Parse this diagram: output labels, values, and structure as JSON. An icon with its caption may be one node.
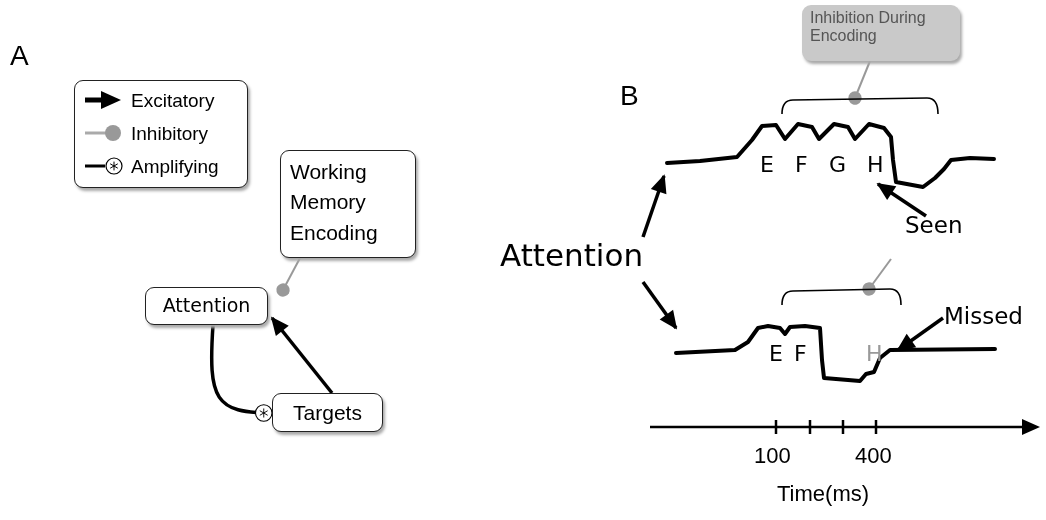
{
  "diagram": {
    "nodes": [
      {
        "text": [
          "Inhibition During Encoding"
        ]
      },
      {
        "text": [
          "Working Memory Encoding"
        ]
      },
      {
        "text": [
          "Attention"
        ]
      },
      {
        "text": [
          "Targets"
        ]
      },
      {
        "text": [],
        "shape": "bracket"
      },
      {
        "text": [],
        "shape": "line"
      },
      {
        "text": [
          "Attention"
        ]
      },
      {
        "text": [
          "Seen"
        ]
      },
      {
        "text": [],
        "shape": "bracket"
      },
      {
        "text": [
          "Missed"
        ]
      },
      {
        "text": [],
        "shape": "line"
      }
    ],
    "edges": [
      {
        "from": 1,
        "to": 2,
        "arrow": "other",
        "color": "#999999"
      },
      {
        "from": 3,
        "to": 2,
        "arrow": "to"
      },
      {
        "from": 2,
        "to": 3,
        "arrow": "other"
      },
      {
        "from": 0,
        "to": 4,
        "arrow": "other",
        "color": "#999999"
      },
      {
        "from": 6,
        "to": 5,
        "arrow": "to"
      },
      {
        "from": 6,
        "to": 10,
        "arrow": "to"
      },
      {
        "from": 7,
        "to": 5,
        "arrow": "to"
      },
      {
        "from": null,
        "to": 8,
        "arrow": "other",
        "color": "#999999"
      },
      {
        "from": 9,
        "to": 10,
        "arrow": "to"
      }
    ],
    "labels": [
      "A",
      "B",
      "E",
      "F",
      "G",
      "H",
      "E",
      "F",
      "H",
      "100",
      "400",
      "Time(ms)"
    ],
    "legend": [
      {
        "text": "Excitatory"
      },
      {
        "text": "Inhibitory"
      },
      {
        "text": "Amplifying"
      }
    ]
  }
}
